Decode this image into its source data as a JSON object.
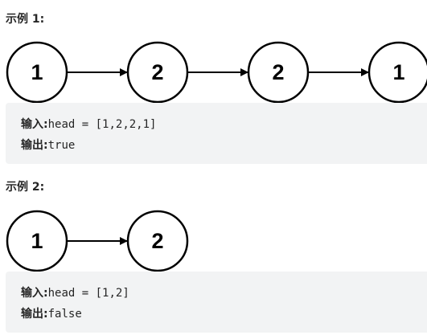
{
  "examples": [
    {
      "title": "示例 1:",
      "nodes": [
        "1",
        "2",
        "2",
        "1"
      ],
      "input_label": "输入:",
      "input_value": "head = [1,2,2,1]",
      "output_label": "输出:",
      "output_value": "true"
    },
    {
      "title": "示例 2:",
      "nodes": [
        "1",
        "2"
      ],
      "input_label": "输入:",
      "input_value": "head = [1,2]",
      "output_label": "输出:",
      "output_value": "false"
    }
  ],
  "colors": {
    "node_stroke": "#000000",
    "text": "#262626",
    "code_background": "#f2f3f4"
  }
}
